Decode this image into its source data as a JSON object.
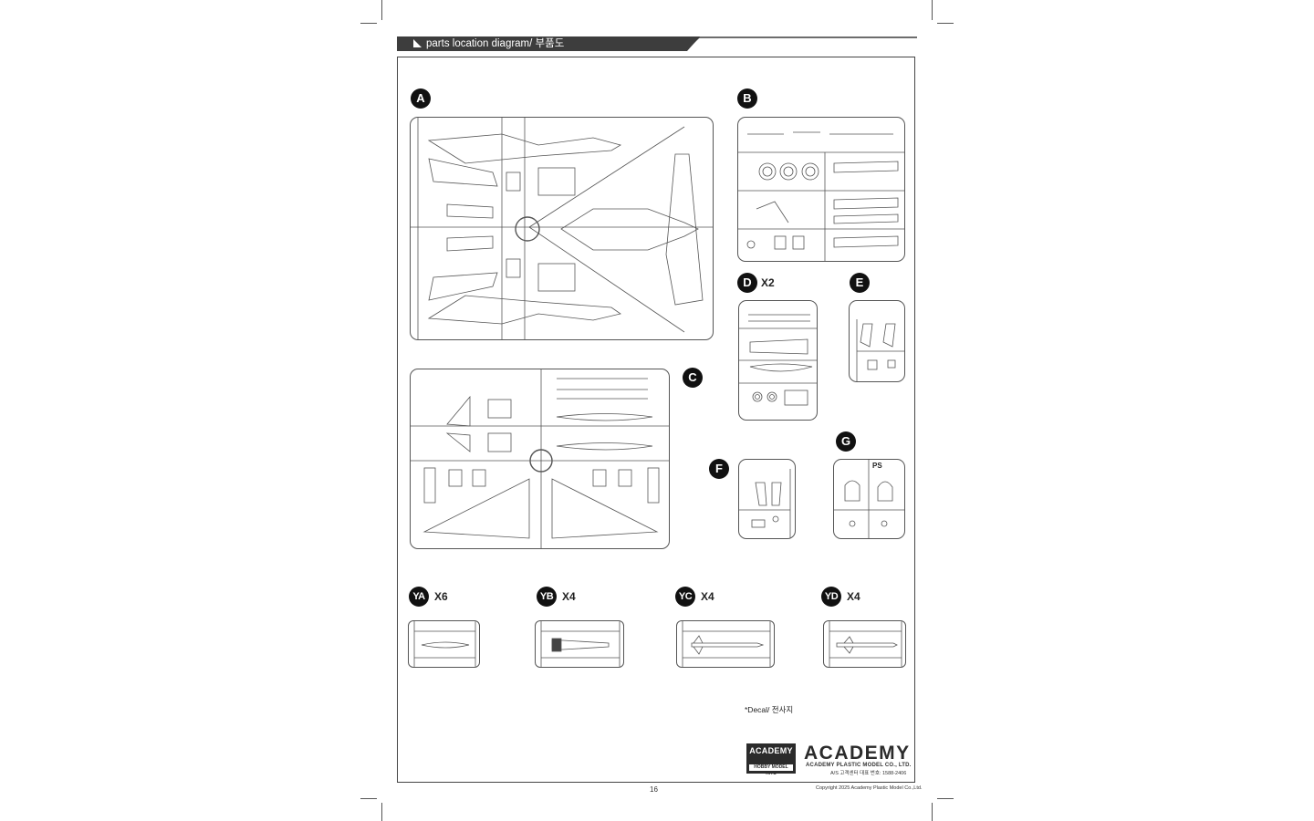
{
  "header": {
    "title": "parts location diagram/ 부품도"
  },
  "sprues": [
    {
      "id": "A",
      "label": "A",
      "quantity": ""
    },
    {
      "id": "B",
      "label": "B",
      "quantity": ""
    },
    {
      "id": "C",
      "label": "C",
      "quantity": ""
    },
    {
      "id": "D",
      "label": "D",
      "quantity": "X2"
    },
    {
      "id": "E",
      "label": "E",
      "quantity": ""
    },
    {
      "id": "F",
      "label": "F",
      "quantity": ""
    },
    {
      "id": "G",
      "label": "G",
      "quantity": ""
    },
    {
      "id": "YA",
      "label": "YA",
      "quantity": "X6"
    },
    {
      "id": "YB",
      "label": "YB",
      "quantity": "X4"
    },
    {
      "id": "YC",
      "label": "YC",
      "quantity": "X4"
    },
    {
      "id": "YD",
      "label": "YD",
      "quantity": "X4"
    }
  ],
  "sprue_g_extra": "PS",
  "decal_note": "*Decal/ 전사지",
  "brand": {
    "box_line1": "ACADEMY",
    "box_line2": "HOBBY MODEL KITS",
    "wordmark": "ACADEMY",
    "company": "ACADEMY PLASTIC MODEL CO., LTD.",
    "service": "A/S 고객센터 대표 번호: 1588-2406"
  },
  "footer": {
    "page_number": "16",
    "copyright": "Copyright 2025 Academy Plastic Model Co.,Ltd."
  }
}
